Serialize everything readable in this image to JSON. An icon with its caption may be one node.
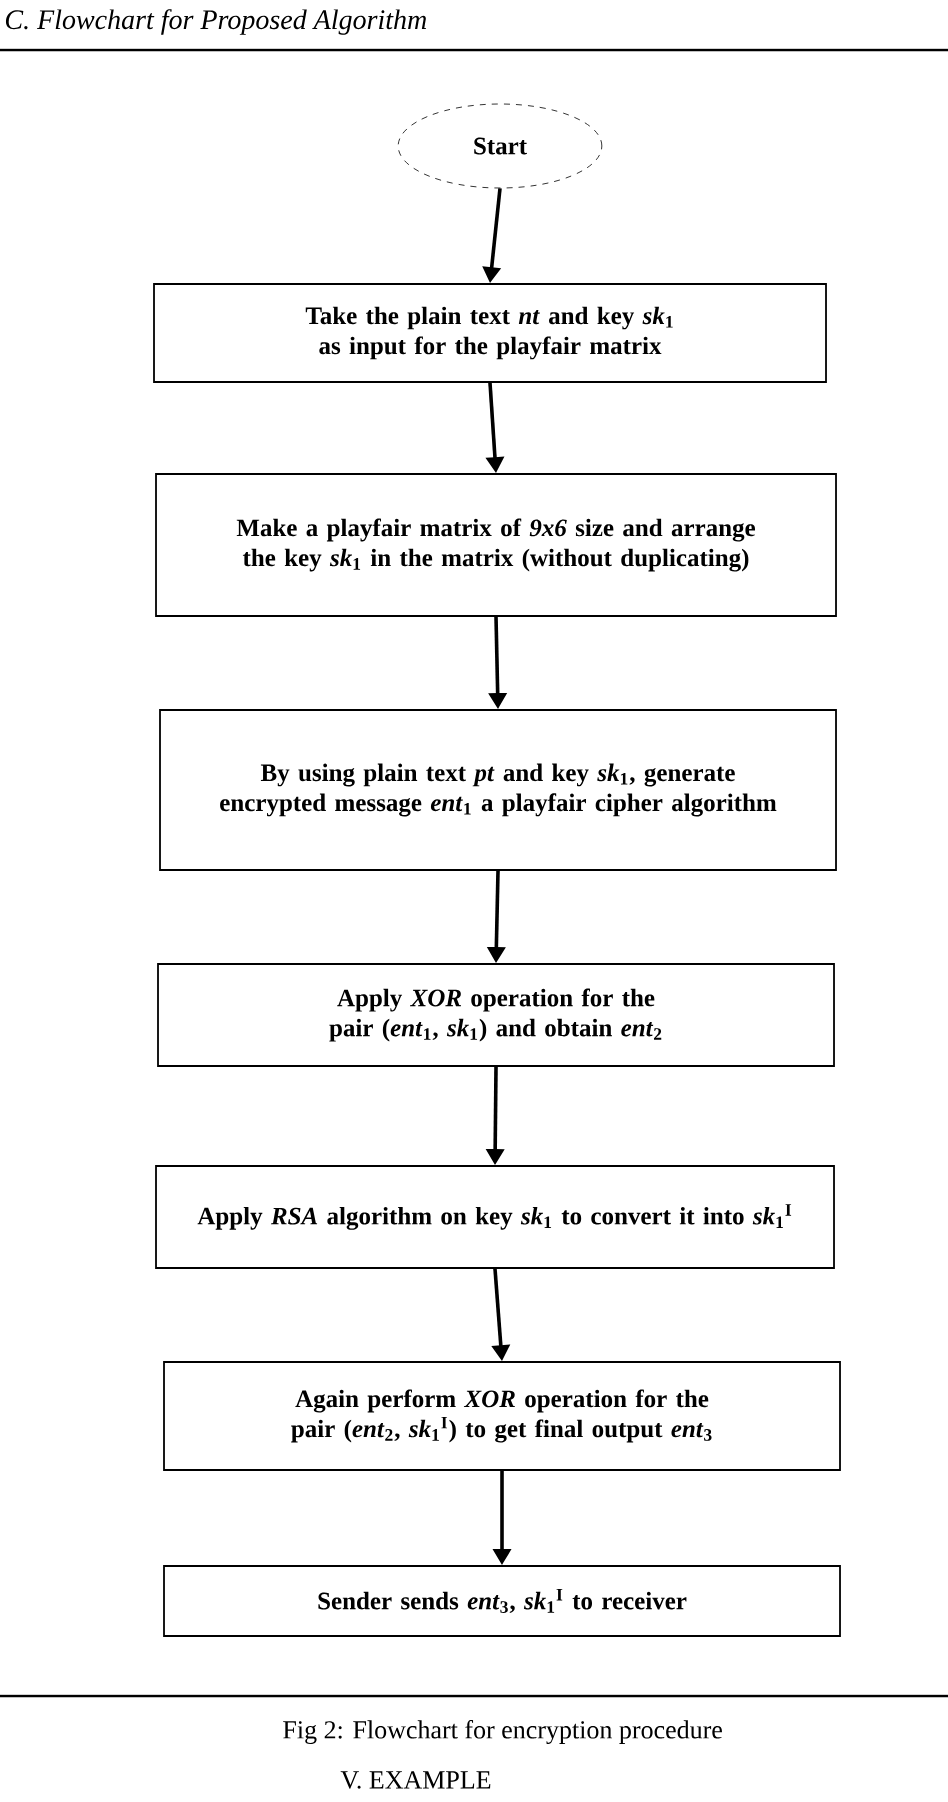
{
  "diagram": {
    "title": "C. Flowchart for Proposed Algorithm",
    "caption": "Fig 2: Flowchart for encryption procedure",
    "nodes": [
      {
        "text": [
          "Start"
        ]
      },
      {
        "text": [
          "Take the plain text *nt* and key *sk*$_{1}$ as input for the playfair matrix"
        ]
      },
      {
        "text": [
          "Make a playfair matrix of *9x6* size and arrange the key *sk*$_{1}$ in the matrix (without duplicating)"
        ]
      },
      {
        "text": [
          "By using plain text *pt* and key *sk*$_{1}$, generate encrypted message *ent*$_{1}$ a playfair cipher algorithm"
        ]
      },
      {
        "text": [
          "Apply *XOR* operation for the pair (*ent*$_{1}$, *sk*$_{1}$) and obtain *ent*$_{2}$"
        ]
      },
      {
        "text": [
          "Apply *RSA* algorithm on key *sk*$_{1}$ to convert it into *sk*$_{1}$$^{I}$"
        ]
      },
      {
        "text": [
          "Again perform *XOR* operation for the pair (*ent*$_{2}$, *sk*$_{1}$$^{I}$) to get final output *ent*$_{3}$"
        ]
      },
      {
        "text": [
          "Sender sends *ent*$_{3}$, *sk*$_{1}$$^{I}$ to receiver"
        ]
      }
    ],
    "edges": [
      {
        "from": 0,
        "to": 1,
        "arrow": "to"
      },
      {
        "from": 1,
        "to": 2,
        "arrow": "to"
      },
      {
        "from": 2,
        "to": 3,
        "arrow": "to"
      },
      {
        "from": 3,
        "to": 4,
        "arrow": "to"
      },
      {
        "from": 4,
        "to": 5,
        "arrow": "to"
      },
      {
        "from": 5,
        "to": 6,
        "arrow": "to"
      },
      {
        "from": 6,
        "to": 7,
        "arrow": "to"
      }
    ],
    "labels": [
      "V. EXAMPLE"
    ]
  }
}
